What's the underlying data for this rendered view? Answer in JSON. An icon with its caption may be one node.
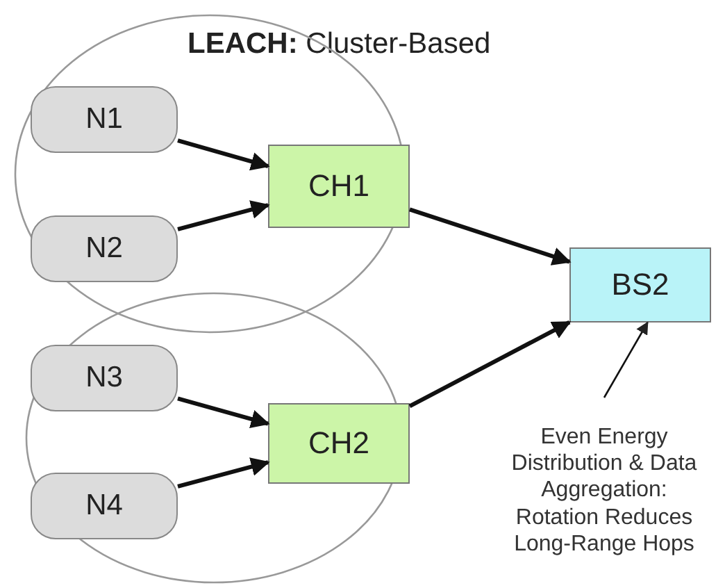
{
  "diagram": {
    "title": "**LEACH:** Cluster-Based",
    "nodes": [
      {
        "text": [],
        "shape": "ellipse"
      },
      {
        "text": [
          "N1"
        ],
        "in": 0
      },
      {
        "text": [
          "N2"
        ],
        "in": 0
      },
      {
        "text": [
          "CH1"
        ],
        "in": 0
      },
      {
        "text": [],
        "shape": "ellipse"
      },
      {
        "text": [
          "N3"
        ],
        "in": 4
      },
      {
        "text": [
          "N4"
        ],
        "in": 4
      },
      {
        "text": [
          "CH2"
        ],
        "in": 4
      },
      {
        "text": [
          "BS2"
        ]
      },
      {
        "text": [
          "Even Energy Distribution & Data Aggregation: Rotation Reduces Long-Range Hops"
        ]
      }
    ],
    "edges": [
      {
        "from": 1,
        "to": 3,
        "arrow": "to"
      },
      {
        "from": 2,
        "to": 3,
        "arrow": "to"
      },
      {
        "from": 3,
        "to": 8,
        "arrow": "to"
      },
      {
        "from": 5,
        "to": 7,
        "arrow": "to"
      },
      {
        "from": 6,
        "to": 7,
        "arrow": "to"
      },
      {
        "from": 7,
        "to": 8,
        "arrow": "to"
      },
      {
        "from": 9,
        "to": 8,
        "arrow": "to"
      }
    ]
  }
}
